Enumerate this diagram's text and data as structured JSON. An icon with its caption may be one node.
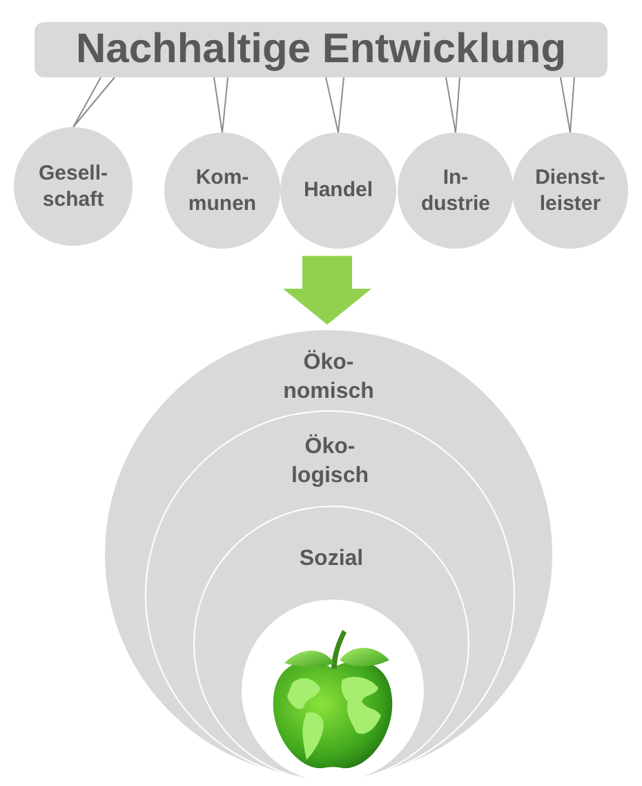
{
  "diagram": {
    "nodes": [
      {
        "text": [
          "Nachhaltige Entwicklung"
        ]
      },
      {
        "text": [
          "Gesell- schaft"
        ]
      },
      {
        "text": [
          "Kom- munen"
        ]
      },
      {
        "text": [
          "Handel"
        ]
      },
      {
        "text": [
          "In- dustrie"
        ]
      },
      {
        "text": [
          "Dienst- leister"
        ]
      },
      {
        "text": [
          "Öko- nomisch"
        ]
      },
      {
        "text": [
          "Öko- logisch"
        ],
        "in": 6
      },
      {
        "text": [
          "Sozial"
        ],
        "in": 7
      },
      {
        "text": [],
        "shape": "circle",
        "in": 8
      }
    ],
    "edges": [
      {
        "from": 0,
        "to": 1,
        "arrow": "none"
      },
      {
        "from": 0,
        "to": 2,
        "arrow": "none"
      },
      {
        "from": 0,
        "to": 3,
        "arrow": "none"
      },
      {
        "from": 0,
        "to": 4,
        "arrow": "none"
      },
      {
        "from": 0,
        "to": 5,
        "arrow": "none"
      },
      {
        "from": 3,
        "to": 6,
        "arrow": "to",
        "style": "thick",
        "color": "#92d050"
      }
    ]
  }
}
